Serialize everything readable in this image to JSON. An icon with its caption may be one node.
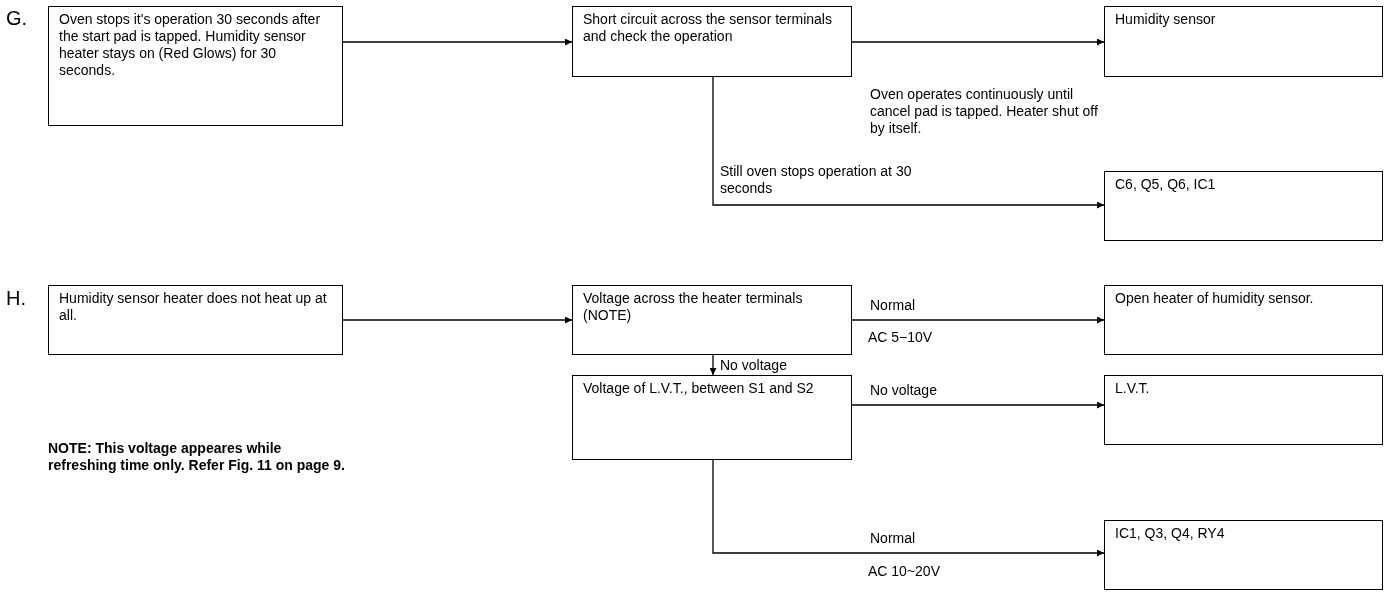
{
  "diagram": {
    "nodes": [
      {
        "text": [
          "Oven stops it's operation 30 seconds after the start pad is tapped. Humidity sensor heater stays on (Red Glows) for 30 seconds."
        ]
      },
      {
        "text": [
          "Short circuit across the sensor terminals and check the operation"
        ]
      },
      {
        "text": [
          "Humidity sensor"
        ]
      },
      {
        "text": [
          "C6, Q5, Q6, IC1"
        ]
      },
      {
        "text": [
          "Humidity sensor heater does not heat up at all."
        ]
      },
      {
        "text": [
          "Voltage across the heater terminals (NOTE)"
        ]
      },
      {
        "text": [
          "Open heater of humidity sensor."
        ]
      },
      {
        "text": [
          "Voltage of L.V.T., between S1 and S2"
        ]
      },
      {
        "text": [
          "L.V.T."
        ]
      },
      {
        "text": [
          "IC1, Q3, Q4, RY4"
        ]
      }
    ],
    "edges": [
      {
        "from": 0,
        "to": 1,
        "arrow": "to"
      },
      {
        "from": 1,
        "to": 2,
        "arrow": "to",
        "label": "Oven operates continuously until cancel pad is tapped. Heater shut off by itself."
      },
      {
        "from": 1,
        "to": 3,
        "arrow": "to",
        "label": "Still oven stops operation at 30 seconds"
      },
      {
        "from": 4,
        "to": 5,
        "arrow": "to"
      },
      {
        "from": 5,
        "to": 6,
        "arrow": "to",
        "label": "Normal"
      },
      {
        "from": 5,
        "to": 7,
        "arrow": "to",
        "label": "No voltage"
      },
      {
        "from": 7,
        "to": 8,
        "arrow": "to",
        "label": "No voltage"
      },
      {
        "from": 7,
        "to": 9,
        "arrow": "to",
        "label": "Normal"
      }
    ],
    "labels": [
      "G.",
      "H.",
      "AC 5−10V",
      "NOTE: This voltage appeares while refreshing time only. Refer Fig. 11 on page 9.",
      "AC 10~20V"
    ]
  }
}
